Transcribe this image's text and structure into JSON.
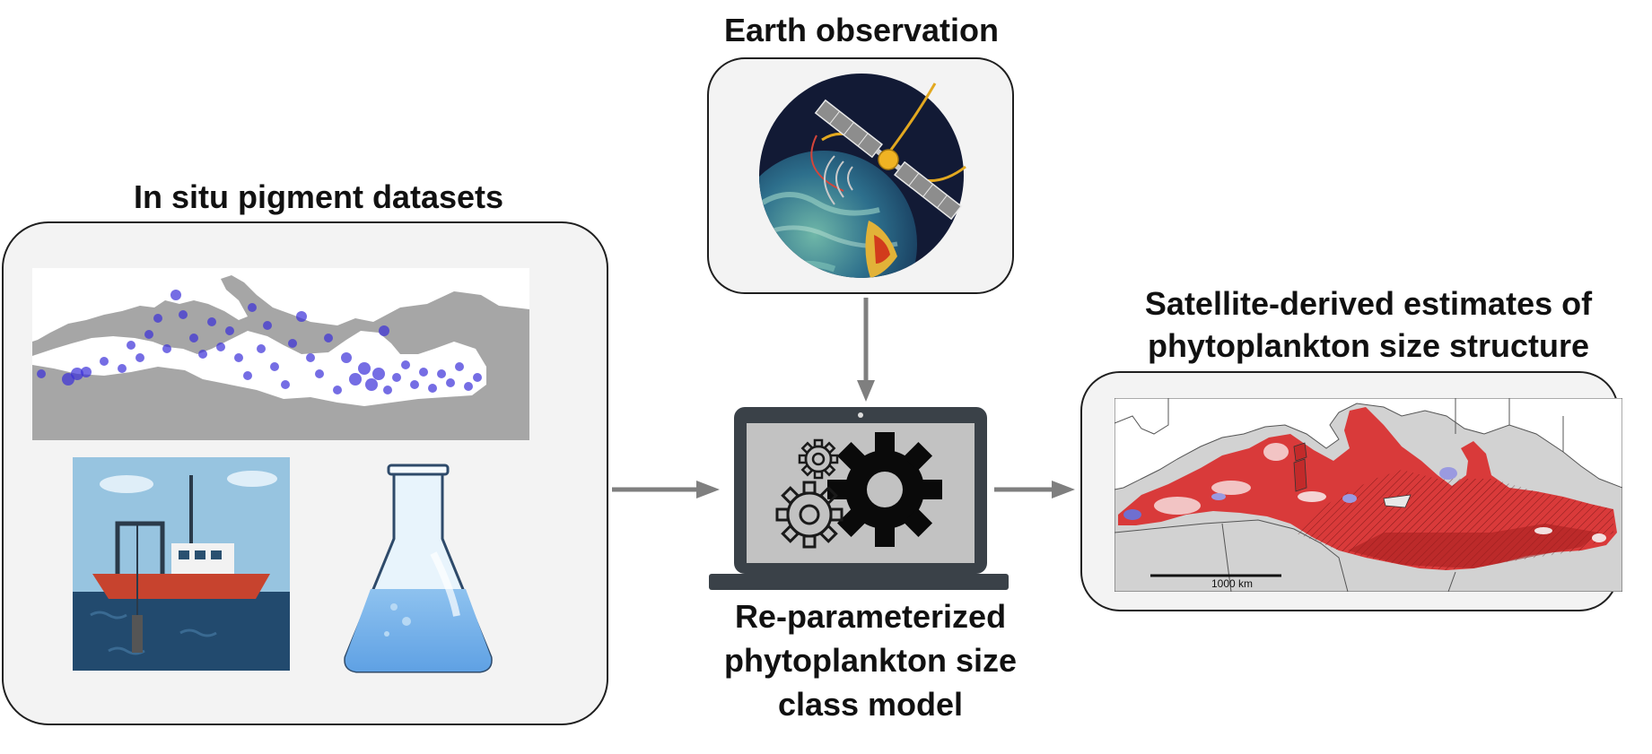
{
  "earth_observation": {
    "title": "Earth observation",
    "icon": "satellite-earth-icon"
  },
  "in_situ": {
    "title": "In situ pigment datasets",
    "icons": [
      "sampling-stations-map-icon",
      "research-vessel-icon",
      "lab-flask-icon"
    ]
  },
  "model": {
    "title_lines": [
      "Re-parameterized",
      "phytoplankton size",
      "class model"
    ],
    "icon": "laptop-gears-icon"
  },
  "output": {
    "title_lines": [
      "Satellite-derived estimates of",
      "phytoplankton size structure"
    ],
    "scale_label": "1000 km",
    "icon": "mediterranean-map-icon"
  },
  "colors": {
    "arrow": "#7f7f7f",
    "panel_fill": "#f3f3f3",
    "panel_border": "#1f1f1f",
    "station_dots": "#3a2fd8"
  }
}
